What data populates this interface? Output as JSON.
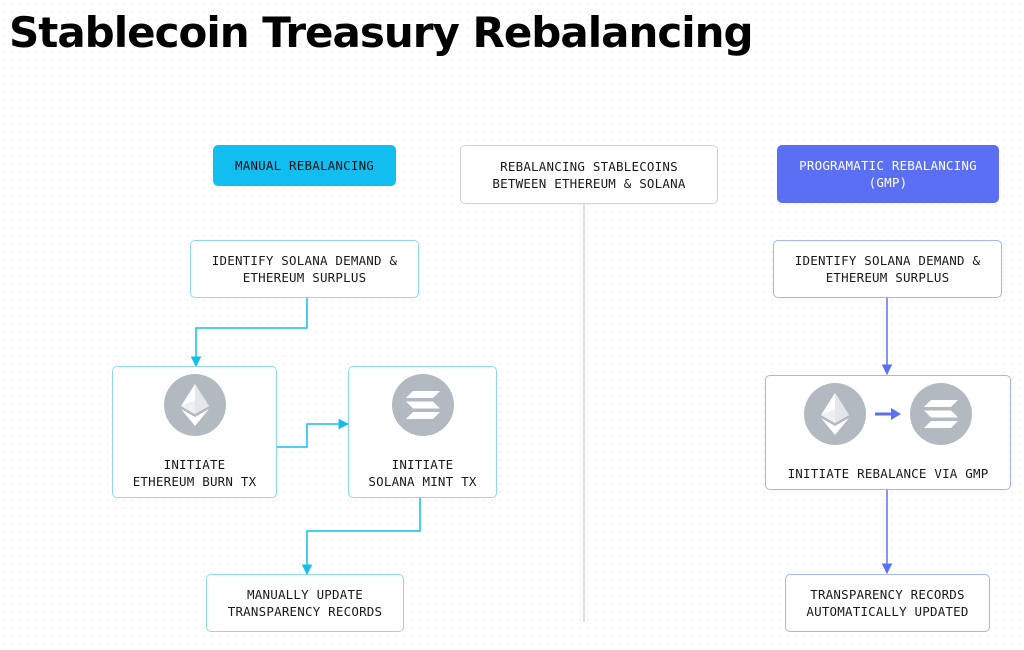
{
  "title": "Stablecoin Treasury Rebalancing",
  "center": {
    "header": [
      "REBALANCING STABLECOINS",
      "BETWEEN ETHEREUM & SOLANA"
    ]
  },
  "manual": {
    "header": [
      "MANUAL REBALANCING"
    ],
    "identify": [
      "IDENTIFY SOLANA DEMAND &",
      "ETHEREUM SURPLUS"
    ],
    "burn": [
      "INITIATE",
      "ETHEREUM BURN TX"
    ],
    "mint": [
      "INITIATE",
      "SOLANA MINT TX"
    ],
    "update": [
      "MANUALLY UPDATE",
      "TRANSPARENCY RECORDS"
    ]
  },
  "programmatic": {
    "header": [
      "PROGRAMATIC REBALANCING",
      "(GMP)"
    ],
    "identify": [
      "IDENTIFY SOLANA DEMAND &",
      "ETHEREUM SURPLUS"
    ],
    "rebalance": [
      "INITIATE REBALANCE VIA GMP"
    ],
    "records": [
      "TRANSPARENCY RECORDS",
      "AUTOMATICALLY UPDATED"
    ]
  },
  "icons": {
    "ethereum": "ethereum-icon",
    "solana": "solana-icon",
    "arrow": "arrow-right-icon"
  },
  "colors": {
    "manual_accent": "#12bef0",
    "programmatic_accent": "#5b6ff5",
    "icon_fill": "#b2b9c1"
  }
}
